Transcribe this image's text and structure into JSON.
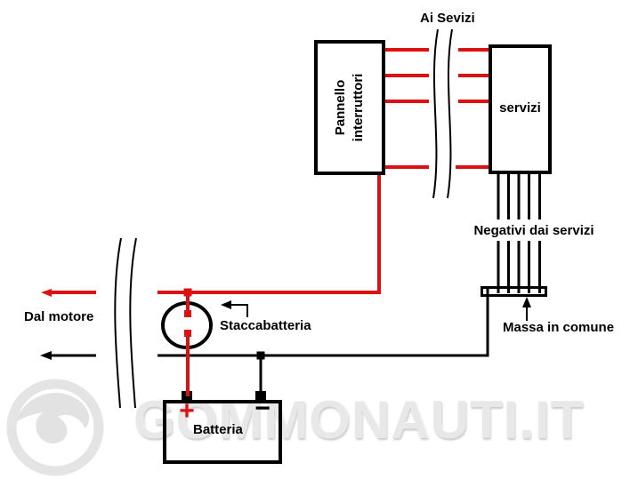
{
  "labels": {
    "ai_servizi": "Ai Sevizi",
    "pannello_line1": "Pannello",
    "pannello_line2": "interruttori",
    "servizi": "servizi",
    "negativi_dai_servizi": "Negativi dai servizi",
    "dal_motore": "Dal motore",
    "staccabatteria": "Staccabatteria",
    "massa_in_comune": "Massa in comune",
    "batteria": "Batteria",
    "plus_terminal": "+",
    "minus_terminal": "−"
  },
  "colors": {
    "positive_wire": "#dd1111",
    "negative_wire": "#000000",
    "watermark_gray": "#e8e8e8",
    "background": "#ffffff"
  },
  "watermark": {
    "text": "GOMMONAUTI.IT",
    "logo": "gommonauti-swirl-logo"
  }
}
